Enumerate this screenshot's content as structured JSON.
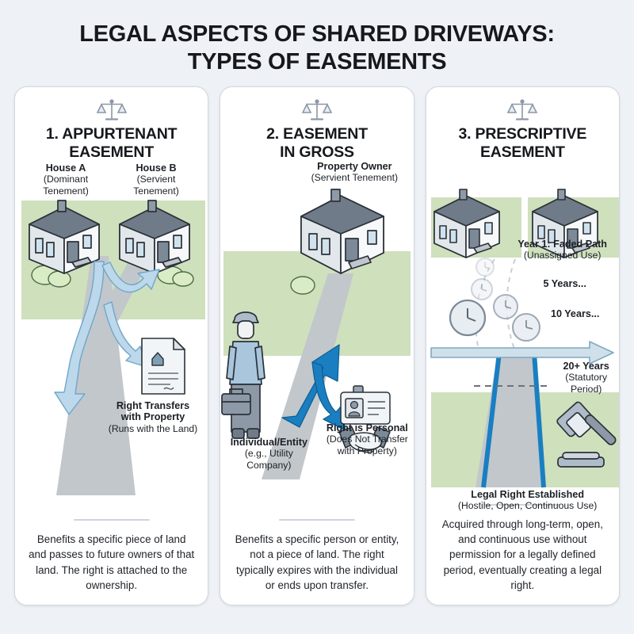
{
  "title": {
    "line1": "LEGAL ASPECTS OF SHARED DRIVEWAYS:",
    "line2": "TYPES OF EASEMENTS"
  },
  "theme": {
    "page_bg": "#eef1f5",
    "card_bg": "#ffffff",
    "card_border": "#d3d8de",
    "lawn_green": "#cfe0bd",
    "driveway_gray": "#c2c7cc",
    "accent_blue": "#1a7fc1",
    "pale_blue_arrow": "#bcd8ea",
    "roof_slate": "#6f7b88",
    "ink": "#2b3138"
  },
  "columns": [
    {
      "icon": "scales-of-justice-icon",
      "heading_line1": "1. APPURTENANT",
      "heading_line2": "EASEMENT",
      "captions": {
        "house_a_title": "House A",
        "house_a_sub1": "(Dominant",
        "house_a_sub2": "Tenement)",
        "house_b_title": "House B",
        "house_b_sub1": "(Servient",
        "house_b_sub2": "Tenement)",
        "result_line1": "Right Transfers",
        "result_line2": "with Property",
        "result_sub": "(Runs with the Land)"
      },
      "footer": "Benefits a specific piece of land and passes to future owners of that land. The right is attached to the ownership."
    },
    {
      "icon": "scales-of-justice-icon",
      "heading_line1": "2. EASEMENT",
      "heading_line2": "IN GROSS",
      "captions": {
        "owner_title": "Property Owner",
        "owner_sub": "(Servient Tenement)",
        "entity_title": "Individual/Entity",
        "entity_sub1": "(e.g., Utility",
        "entity_sub2": "Company)",
        "result_title": "Right is Personal",
        "result_sub1": "(Does Not Transfer",
        "result_sub2": "with Property)"
      },
      "footer": "Benefits a specific person or entity, not a piece of land. The right typically expires with the individual or ends upon transfer."
    },
    {
      "icon": "scales-of-justice-icon",
      "heading_line1": "3. PRESCRIPTIVE",
      "heading_line2": "EASEMENT",
      "captions": {
        "t1_title": "Year 1: Faded Path",
        "t1_sub": "(Unassigned Use)",
        "t2": "5 Years...",
        "t3": "10 Years...",
        "t4_title": "20+ Years",
        "t4_sub1": "(Statutory",
        "t4_sub2": "Period)",
        "result_title": "Legal Right Established",
        "result_sub": "(Hostile, Open, Continuous Use)"
      },
      "footer": "Acquired through long-term, open, and continuous use without permission for a legally defined period, eventually creating a legal right."
    }
  ]
}
